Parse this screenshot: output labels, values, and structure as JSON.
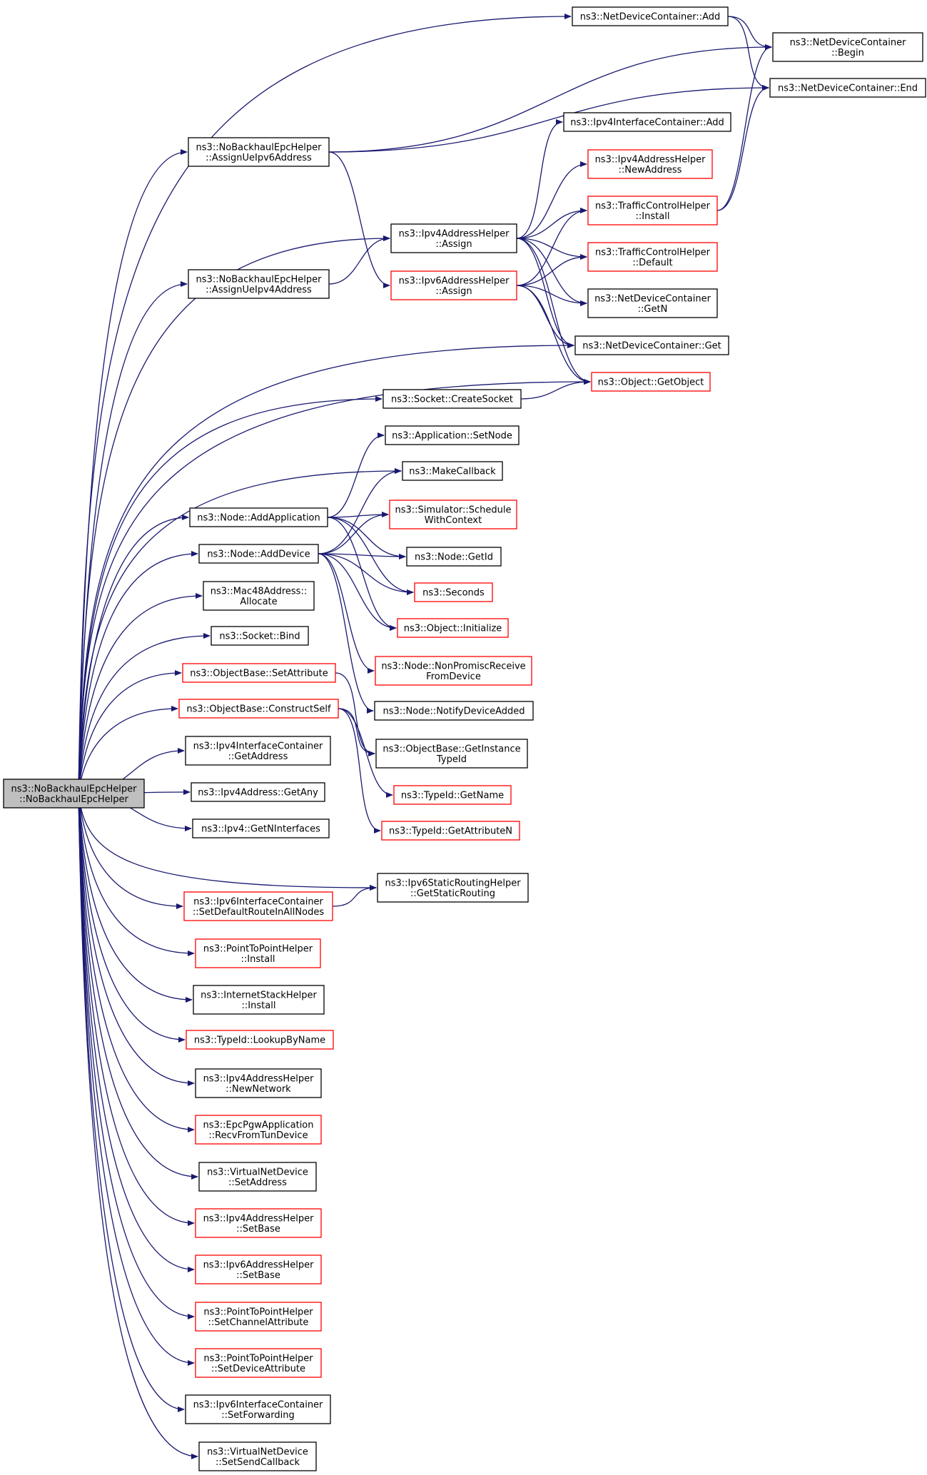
{
  "colors": {
    "edge": "#191970",
    "node_border": "#000000",
    "node_border_alt": "#ff0000",
    "root_fill": "#bfbfbf"
  },
  "nodes": [
    {
      "id": "root",
      "lines": [
        "ns3::NoBackhaulEpcHelper",
        "::NoBackhaulEpcHelper"
      ],
      "style": "root"
    },
    {
      "id": "ndc_add",
      "lines": [
        "ns3::NetDeviceContainer::Add"
      ],
      "style": "black"
    },
    {
      "id": "ndc_begin",
      "lines": [
        "ns3::NetDeviceContainer",
        "::Begin"
      ],
      "style": "black"
    },
    {
      "id": "ndc_end",
      "lines": [
        "ns3::NetDeviceContainer::End"
      ],
      "style": "black"
    },
    {
      "id": "ipv4ic_add",
      "lines": [
        "ns3::Ipv4InterfaceContainer::Add"
      ],
      "style": "black"
    },
    {
      "id": "assign_ue6",
      "lines": [
        "ns3::NoBackhaulEpcHelper",
        "::AssignUeIpv6Address"
      ],
      "style": "black"
    },
    {
      "id": "ipv4ah_newaddr",
      "lines": [
        "ns3::Ipv4AddressHelper",
        "::NewAddress"
      ],
      "style": "red"
    },
    {
      "id": "tch_install",
      "lines": [
        "ns3::TrafficControlHelper",
        "::Install"
      ],
      "style": "red"
    },
    {
      "id": "ipv4ah_assign",
      "lines": [
        "ns3::Ipv4AddressHelper",
        "::Assign"
      ],
      "style": "black"
    },
    {
      "id": "tch_default",
      "lines": [
        "ns3::TrafficControlHelper",
        "::Default"
      ],
      "style": "red"
    },
    {
      "id": "assign_ue4",
      "lines": [
        "ns3::NoBackhaulEpcHelper",
        "::AssignUeIpv4Address"
      ],
      "style": "black"
    },
    {
      "id": "ipv6ah_assign",
      "lines": [
        "ns3::Ipv6AddressHelper",
        "::Assign"
      ],
      "style": "red"
    },
    {
      "id": "ndc_getn",
      "lines": [
        "ns3::NetDeviceContainer",
        "::GetN"
      ],
      "style": "black"
    },
    {
      "id": "ndc_get",
      "lines": [
        "ns3::NetDeviceContainer::Get"
      ],
      "style": "black"
    },
    {
      "id": "obj_getobject",
      "lines": [
        "ns3::Object::GetObject"
      ],
      "style": "red"
    },
    {
      "id": "sock_create",
      "lines": [
        "ns3::Socket::CreateSocket"
      ],
      "style": "black"
    },
    {
      "id": "app_setnode",
      "lines": [
        "ns3::Application::SetNode"
      ],
      "style": "black"
    },
    {
      "id": "makecallback",
      "lines": [
        "ns3::MakeCallback"
      ],
      "style": "black"
    },
    {
      "id": "sim_schedule",
      "lines": [
        "ns3::Simulator::Schedule",
        "WithContext"
      ],
      "style": "red"
    },
    {
      "id": "node_addapp",
      "lines": [
        "ns3::Node::AddApplication"
      ],
      "style": "black"
    },
    {
      "id": "node_adddev",
      "lines": [
        "ns3::Node::AddDevice"
      ],
      "style": "black"
    },
    {
      "id": "node_getid",
      "lines": [
        "ns3::Node::GetId"
      ],
      "style": "black"
    },
    {
      "id": "mac48_alloc",
      "lines": [
        "ns3::Mac48Address::",
        "Allocate"
      ],
      "style": "black"
    },
    {
      "id": "seconds",
      "lines": [
        "ns3::Seconds"
      ],
      "style": "red"
    },
    {
      "id": "obj_init",
      "lines": [
        "ns3::Object::Initialize"
      ],
      "style": "red"
    },
    {
      "id": "sock_bind",
      "lines": [
        "ns3::Socket::Bind"
      ],
      "style": "black"
    },
    {
      "id": "node_nonpromisc",
      "lines": [
        "ns3::Node::NonPromiscReceive",
        "FromDevice"
      ],
      "style": "red"
    },
    {
      "id": "ob_setattr",
      "lines": [
        "ns3::ObjectBase::SetAttribute"
      ],
      "style": "red"
    },
    {
      "id": "ob_construct",
      "lines": [
        "ns3::ObjectBase::ConstructSelf"
      ],
      "style": "red"
    },
    {
      "id": "node_notify",
      "lines": [
        "ns3::Node::NotifyDeviceAdded"
      ],
      "style": "black"
    },
    {
      "id": "ipv4ic_getaddr",
      "lines": [
        "ns3::Ipv4InterfaceContainer",
        "::GetAddress"
      ],
      "style": "black"
    },
    {
      "id": "ob_getinstance",
      "lines": [
        "ns3::ObjectBase::GetInstance",
        "TypeId"
      ],
      "style": "black"
    },
    {
      "id": "ipv4addr_getany",
      "lines": [
        "ns3::Ipv4Address::GetAny"
      ],
      "style": "black"
    },
    {
      "id": "typeid_getname",
      "lines": [
        "ns3::TypeId::GetName"
      ],
      "style": "red"
    },
    {
      "id": "ipv4_getninterfaces",
      "lines": [
        "ns3::Ipv4::GetNInterfaces"
      ],
      "style": "black"
    },
    {
      "id": "typeid_getattrn",
      "lines": [
        "ns3::TypeId::GetAttributeN"
      ],
      "style": "red"
    },
    {
      "id": "ipv6srh_getstatic",
      "lines": [
        "ns3::Ipv6StaticRoutingHelper",
        "::GetStaticRouting"
      ],
      "style": "black"
    },
    {
      "id": "ipv6ic_setdefault",
      "lines": [
        "ns3::Ipv6InterfaceContainer",
        "::SetDefaultRouteInAllNodes"
      ],
      "style": "red"
    },
    {
      "id": "p2p_install",
      "lines": [
        "ns3::PointToPointHelper",
        "::Install"
      ],
      "style": "red"
    },
    {
      "id": "ish_install",
      "lines": [
        "ns3::InternetStackHelper",
        "::Install"
      ],
      "style": "black"
    },
    {
      "id": "typeid_lookup",
      "lines": [
        "ns3::TypeId::LookupByName"
      ],
      "style": "red"
    },
    {
      "id": "ipv4ah_newnet",
      "lines": [
        "ns3::Ipv4AddressHelper",
        "::NewNetwork"
      ],
      "style": "black"
    },
    {
      "id": "epc_recv",
      "lines": [
        "ns3::EpcPgwApplication",
        "::RecvFromTunDevice"
      ],
      "style": "red"
    },
    {
      "id": "vnd_setaddr",
      "lines": [
        "ns3::VirtualNetDevice",
        "::SetAddress"
      ],
      "style": "black"
    },
    {
      "id": "ipv4ah_setbase",
      "lines": [
        "ns3::Ipv4AddressHelper",
        "::SetBase"
      ],
      "style": "red"
    },
    {
      "id": "ipv6ah_setbase",
      "lines": [
        "ns3::Ipv6AddressHelper",
        "::SetBase"
      ],
      "style": "red"
    },
    {
      "id": "p2p_setchannel",
      "lines": [
        "ns3::PointToPointHelper",
        "::SetChannelAttribute"
      ],
      "style": "red"
    },
    {
      "id": "p2p_setdevice",
      "lines": [
        "ns3::PointToPointHelper",
        "::SetDeviceAttribute"
      ],
      "style": "red"
    },
    {
      "id": "ipv6ic_setfwd",
      "lines": [
        "ns3::Ipv6InterfaceContainer",
        "::SetForwarding"
      ],
      "style": "black"
    },
    {
      "id": "vnd_setsend",
      "lines": [
        "ns3::VirtualNetDevice",
        "::SetSendCallback"
      ],
      "style": "black"
    }
  ],
  "edges": [
    [
      "root",
      "ndc_add"
    ],
    [
      "root",
      "assign_ue6"
    ],
    [
      "root",
      "ipv4ah_assign"
    ],
    [
      "root",
      "assign_ue4"
    ],
    [
      "root",
      "ndc_get"
    ],
    [
      "root",
      "obj_getobject"
    ],
    [
      "root",
      "sock_create"
    ],
    [
      "root",
      "makecallback"
    ],
    [
      "root",
      "node_addapp"
    ],
    [
      "root",
      "node_adddev"
    ],
    [
      "root",
      "mac48_alloc"
    ],
    [
      "root",
      "sock_bind"
    ],
    [
      "root",
      "ob_setattr"
    ],
    [
      "root",
      "ob_construct"
    ],
    [
      "root",
      "ipv4ic_getaddr"
    ],
    [
      "root",
      "ipv4addr_getany"
    ],
    [
      "root",
      "ipv4_getninterfaces"
    ],
    [
      "root",
      "ipv6srh_getstatic"
    ],
    [
      "root",
      "ipv6ic_setdefault"
    ],
    [
      "root",
      "p2p_install"
    ],
    [
      "root",
      "ish_install"
    ],
    [
      "root",
      "typeid_lookup"
    ],
    [
      "root",
      "ipv4ah_newnet"
    ],
    [
      "root",
      "epc_recv"
    ],
    [
      "root",
      "vnd_setaddr"
    ],
    [
      "root",
      "ipv4ah_setbase"
    ],
    [
      "root",
      "ipv6ah_setbase"
    ],
    [
      "root",
      "p2p_setchannel"
    ],
    [
      "root",
      "p2p_setdevice"
    ],
    [
      "root",
      "ipv6ic_setfwd"
    ],
    [
      "root",
      "vnd_setsend"
    ],
    [
      "ndc_add",
      "ndc_begin"
    ],
    [
      "ndc_add",
      "ndc_end"
    ],
    [
      "assign_ue6",
      "ndc_begin"
    ],
    [
      "assign_ue6",
      "ndc_end"
    ],
    [
      "assign_ue6",
      "ipv6ah_assign"
    ],
    [
      "assign_ue4",
      "ipv4ah_assign"
    ],
    [
      "ipv4ah_assign",
      "ipv4ic_add"
    ],
    [
      "ipv4ah_assign",
      "ipv4ah_newaddr"
    ],
    [
      "ipv4ah_assign",
      "tch_install"
    ],
    [
      "ipv4ah_assign",
      "tch_default"
    ],
    [
      "ipv4ah_assign",
      "ndc_getn"
    ],
    [
      "ipv4ah_assign",
      "ndc_get"
    ],
    [
      "ipv4ah_assign",
      "obj_getobject"
    ],
    [
      "ipv6ah_assign",
      "tch_install"
    ],
    [
      "ipv6ah_assign",
      "tch_default"
    ],
    [
      "ipv6ah_assign",
      "ndc_getn"
    ],
    [
      "ipv6ah_assign",
      "ndc_get"
    ],
    [
      "ipv6ah_assign",
      "obj_getobject"
    ],
    [
      "tch_install",
      "ndc_begin"
    ],
    [
      "tch_install",
      "ndc_end"
    ],
    [
      "sock_create",
      "obj_getobject"
    ],
    [
      "node_addapp",
      "app_setnode"
    ],
    [
      "node_addapp",
      "sim_schedule"
    ],
    [
      "node_addapp",
      "node_getid"
    ],
    [
      "node_addapp",
      "seconds"
    ],
    [
      "node_addapp",
      "obj_init"
    ],
    [
      "node_adddev",
      "makecallback"
    ],
    [
      "node_adddev",
      "sim_schedule"
    ],
    [
      "node_adddev",
      "node_getid"
    ],
    [
      "node_adddev",
      "seconds"
    ],
    [
      "node_adddev",
      "obj_init"
    ],
    [
      "node_adddev",
      "node_nonpromisc"
    ],
    [
      "node_adddev",
      "node_notify"
    ],
    [
      "ob_setattr",
      "ob_getinstance"
    ],
    [
      "ob_construct",
      "ob_getinstance"
    ],
    [
      "ob_construct",
      "typeid_getname"
    ],
    [
      "ob_construct",
      "typeid_getattrn"
    ],
    [
      "ipv6ic_setdefault",
      "ipv6srh_getstatic"
    ]
  ]
}
